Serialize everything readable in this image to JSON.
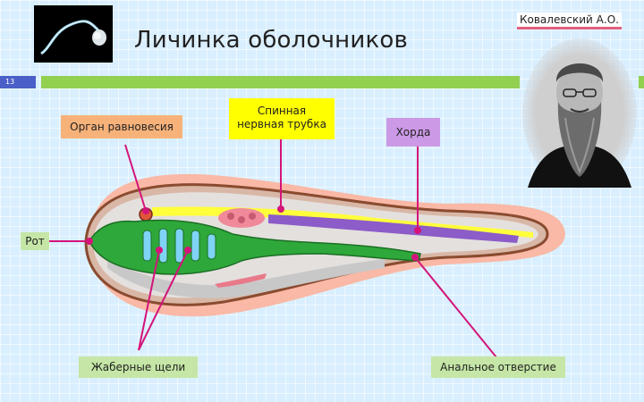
{
  "title": "Личинка оболочников",
  "slide_number": "13",
  "author": "Ковалевский А.О.",
  "labels": {
    "balance": "Орган равновесия",
    "neural_tube": "Спинная\nнервная трубка",
    "chord": "Хорда",
    "mouth": "Рот",
    "gill_slits": "Жаберные щели",
    "anus": "Анальное отверстие"
  },
  "colors": {
    "label_orange": "#f7b27a",
    "label_yellow": "#ffff00",
    "label_purple": "#cc99e6",
    "label_green": "#c5e6a6",
    "pointer": "#d4147a"
  }
}
